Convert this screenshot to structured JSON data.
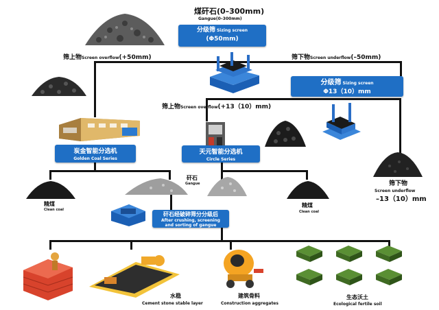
{
  "gangue_title": {
    "cn": "煤矸石(0–300mm)",
    "en": "Gangue(0–300mm)"
  },
  "sizing1": {
    "cn": "分级筛",
    "en": "Sizing screen",
    "size": "(Φ50mm)"
  },
  "overflow1": {
    "cn": "筛上物",
    "en": "Screen overflow",
    "size": "(+50mm)"
  },
  "underflow1": {
    "cn": "筛下物",
    "en": "Screen underflow",
    "size": "(–50mm)"
  },
  "sizing2": {
    "cn": "分级筛",
    "en": "Sizing screen",
    "size": "Φ13（10）mm"
  },
  "overflow2": {
    "cn": "筛上物",
    "en": "Screen overflow",
    "size": "(+13（10）mm)"
  },
  "golden": {
    "cn": "炭金智能分选机",
    "en": "Golden Coal Series"
  },
  "circle": {
    "cn": "天元智能分选机",
    "en": "Circle Series"
  },
  "underflow2": {
    "cn": "筛下物",
    "en": "Screen underflow",
    "size": "–13（10）mm"
  },
  "clean_left": {
    "cn": "精煤",
    "en": "Clean coal"
  },
  "gangue_mid": {
    "cn": "矸石",
    "en": "Gangue"
  },
  "clean_right": {
    "cn": "精煤",
    "en": "Clean coal"
  },
  "crush": {
    "cn": "矸石经破碎筛分分级后",
    "en1": "After crushing, screening",
    "en2": "and sorting of gangue"
  },
  "products": [
    {
      "cn": "",
      "en": ""
    },
    {
      "cn": "水稳",
      "en": "Cement stone stable layer"
    },
    {
      "cn": "建筑骨料",
      "en": "Construction aggregates"
    },
    {
      "cn": "生态沃土",
      "en": "Ecological fertile soil"
    }
  ],
  "colors": {
    "accent_blue": "#1f6fc5",
    "line": "#111111",
    "coal": "#1a1a1a",
    "gangue": "#9a9a9a"
  }
}
